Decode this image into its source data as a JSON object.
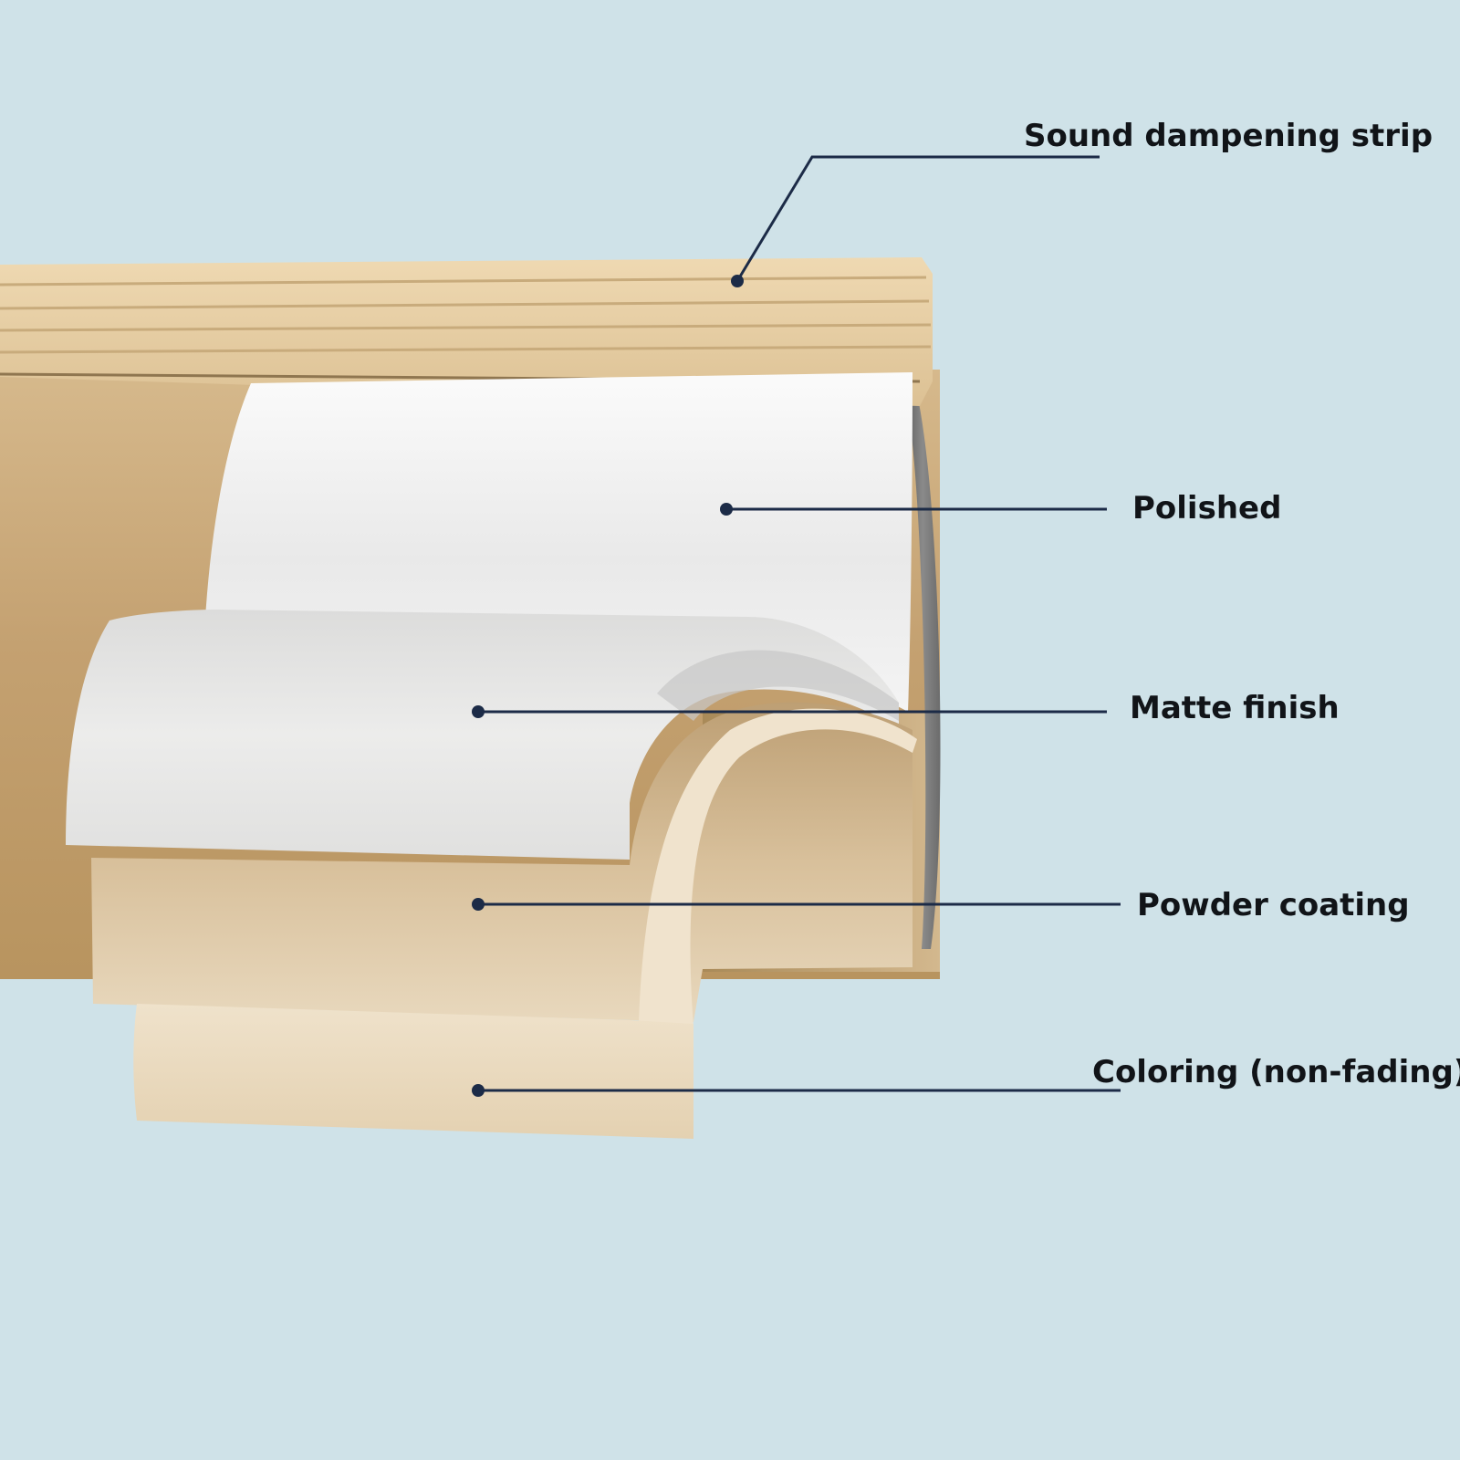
{
  "diagram": {
    "colors": {
      "background": "#cfe2e8",
      "gold_body": "#c9a878",
      "strip": "#e7cfa3",
      "polished_layer": "#f1f1f1",
      "matte_layer": "#e4e4e2",
      "powder_layer": "#ddc7a5",
      "coloring_layer": "#ecdcc2",
      "leader_line": "#1c2b47"
    },
    "labels": {
      "sound_dampening_strip": "Sound dampening strip",
      "polished": "Polished",
      "matte_finish": "Matte finish",
      "powder_coating": "Powder coating",
      "coloring": "Coloring (non-fading)"
    }
  }
}
